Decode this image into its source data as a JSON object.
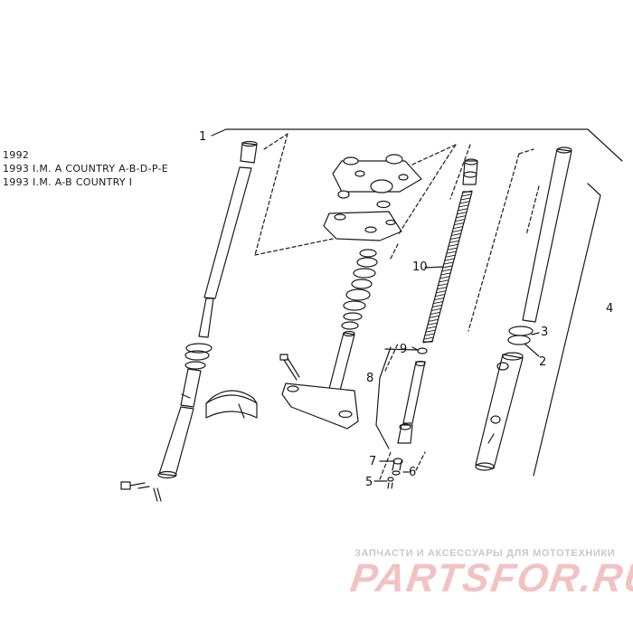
{
  "header": {
    "line1": "1992",
    "line2": "1993 I.M. A COUNTRY A-B-D-P-E",
    "line3": "1993 I.M. A-B COUNTRY I"
  },
  "callouts": {
    "c1": "1",
    "c2": "2",
    "c3": "3",
    "c4": "4",
    "c5": "5",
    "c6": "6",
    "c7": "7",
    "c8": "8",
    "c9": "9",
    "c10": "10"
  },
  "watermark": {
    "subtitle": "ЗАПЧАСТИ И АКСЕССУАРЫ ДЛЯ МОТОТЕХНИКИ",
    "logo": "PARTSFOR.RU"
  },
  "colors": {
    "line": "#1a1a1a",
    "watermark_text": "#c9c9c9",
    "watermark_logo": "#f2c2c2"
  }
}
